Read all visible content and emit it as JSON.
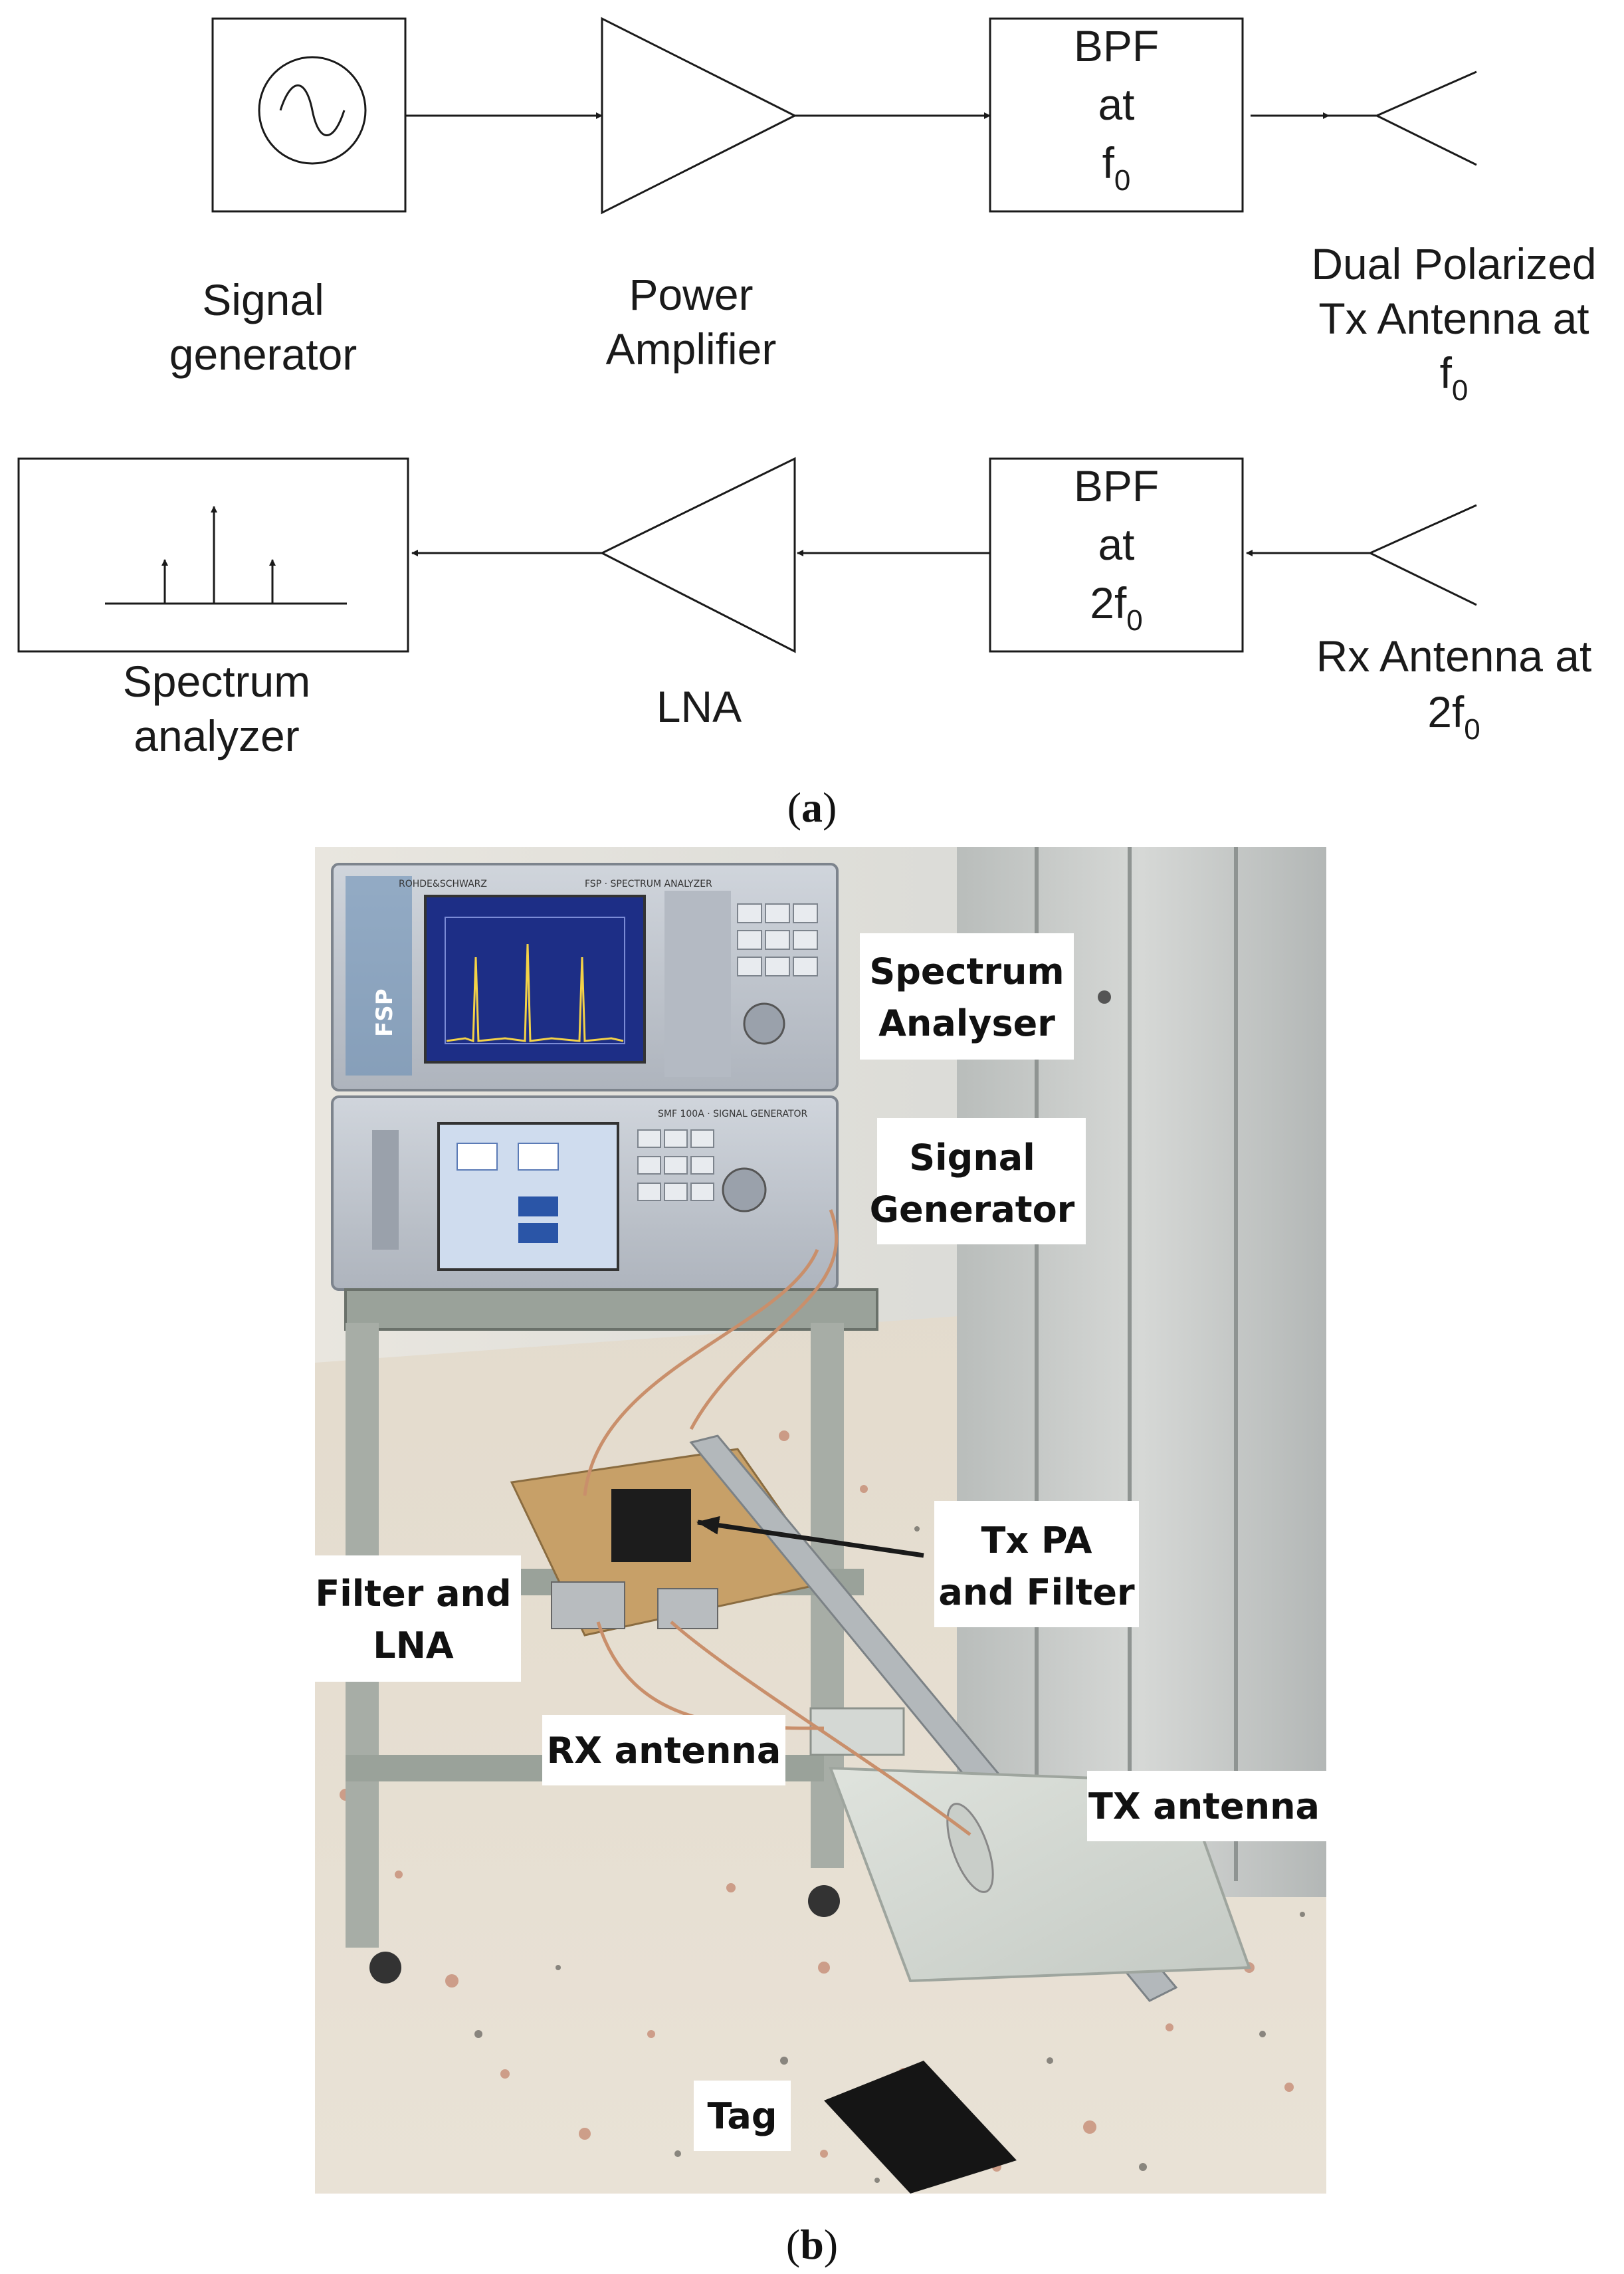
{
  "panel_a": {
    "caption": {
      "open": "(",
      "letter": "a",
      "close": ")"
    },
    "tx_chain": {
      "signal_generator": {
        "line1": "Signal",
        "line2": "generator"
      },
      "power_amplifier": {
        "line1": "Power",
        "line2": "Amplifier"
      },
      "bpf": {
        "line1": "BPF",
        "line2": "at",
        "freq": "f",
        "freq_sub": "0"
      },
      "antenna": {
        "line1": "Dual Polarized",
        "line2": "Tx Antenna at",
        "freq": "f",
        "freq_sub": "0"
      }
    },
    "rx_chain": {
      "spectrum_analyzer": {
        "line1": "Spectrum",
        "line2": "analyzer"
      },
      "lna": {
        "label": "LNA"
      },
      "bpf": {
        "line1": "BPF",
        "line2": "at",
        "freq": "2f",
        "freq_sub": "0"
      },
      "antenna": {
        "line1": "Rx Antenna at",
        "freq": "2f",
        "freq_sub": "0"
      }
    },
    "colors": {
      "line": "#1a1a1a",
      "fill": "#ffffff"
    }
  },
  "panel_b": {
    "caption": {
      "open": "(",
      "letter": "b",
      "close": ")"
    },
    "labels": {
      "spectrum_analyser": {
        "line1": "Spectrum",
        "line2": "Analyser"
      },
      "signal_generator": {
        "line1": "Signal",
        "line2": "Generator"
      },
      "tx_pa_filter": {
        "line1": "Tx PA",
        "line2": "and Filter"
      },
      "filter_lna": {
        "line1": "Filter and",
        "line2": "LNA"
      },
      "rx_antenna": {
        "text": "RX antenna"
      },
      "tx_antenna": {
        "text": "TX antenna"
      },
      "tag": {
        "text": "Tag"
      }
    },
    "device_text": {
      "brand": "ROHDE&SCHWARZ",
      "analyzer_model": "FSP",
      "analyzer_title": "FSP · SPECTRUM ANALYZER",
      "generator_title": "SMF 100A · SIGNAL GENERATOR"
    },
    "colors": {
      "wall": "#eae6dc",
      "floor": "#e4ddd0",
      "cabinet": "#c9ccca",
      "instrument": "#c3c8cf",
      "screen_bg": "#1d2e86",
      "trace": "#f4d247",
      "gen_screen": "#cfdcee",
      "cart": "#9aa29a",
      "board": "#c7a068"
    }
  }
}
